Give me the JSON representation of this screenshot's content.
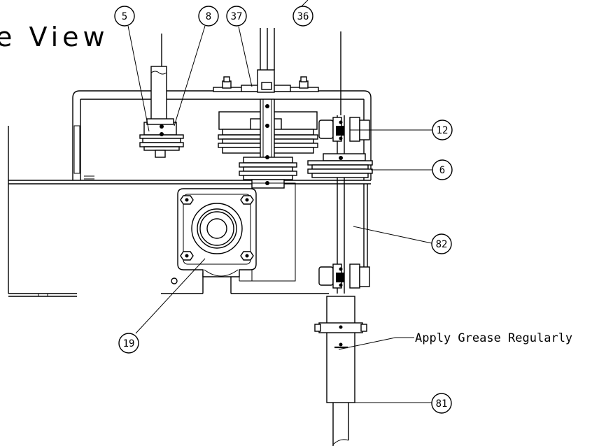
{
  "view_title": "e View",
  "note": "Apply Grease Regularly",
  "callouts": {
    "c5": "5",
    "c8": "8",
    "c37": "37",
    "c36": "36",
    "c12": "12",
    "c6": "6",
    "c82": "82",
    "c19": "19",
    "c81": "81"
  }
}
